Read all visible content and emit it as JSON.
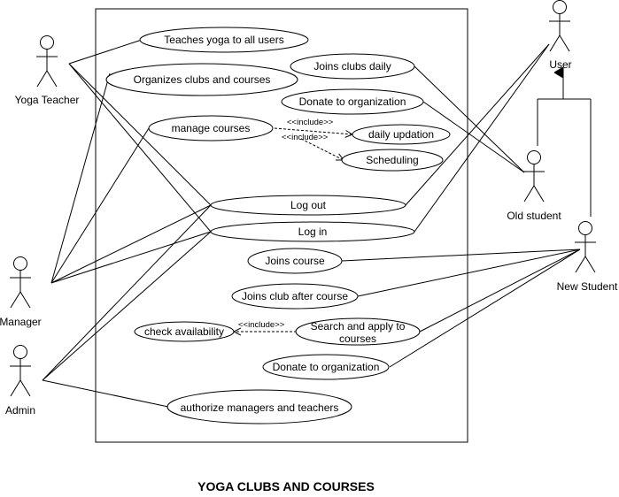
{
  "title": "YOGA CLUBS AND COURSES",
  "colors": {
    "line": "#000000",
    "fill": "#ffffff",
    "text": "#000000"
  },
  "actors": {
    "yoga_teacher": "Yoga Teacher",
    "manager": "Manager",
    "admin": "Admin",
    "user": "User",
    "old_student": "Old student",
    "new_student": "New Student"
  },
  "use_cases": {
    "teaches_yoga": "Teaches yoga to all users",
    "organizes_clubs": "Organizes clubs and courses",
    "joins_clubs_daily": "Joins clubs daily",
    "donate_top": "Donate to organization",
    "manage_courses": "manage courses",
    "daily_updation": "daily updation",
    "scheduling": "Scheduling",
    "log_out": "Log out",
    "log_in": "Log in",
    "joins_course": "Joins course",
    "joins_club_after_course": "Joins club after course",
    "check_availability": "check availability",
    "search_apply_line1": "Search and apply to",
    "search_apply_line2": "courses",
    "donate_bottom": "Donate to organization",
    "authorize": "authorize managers and teachers"
  },
  "include_label": "<<include>>"
}
